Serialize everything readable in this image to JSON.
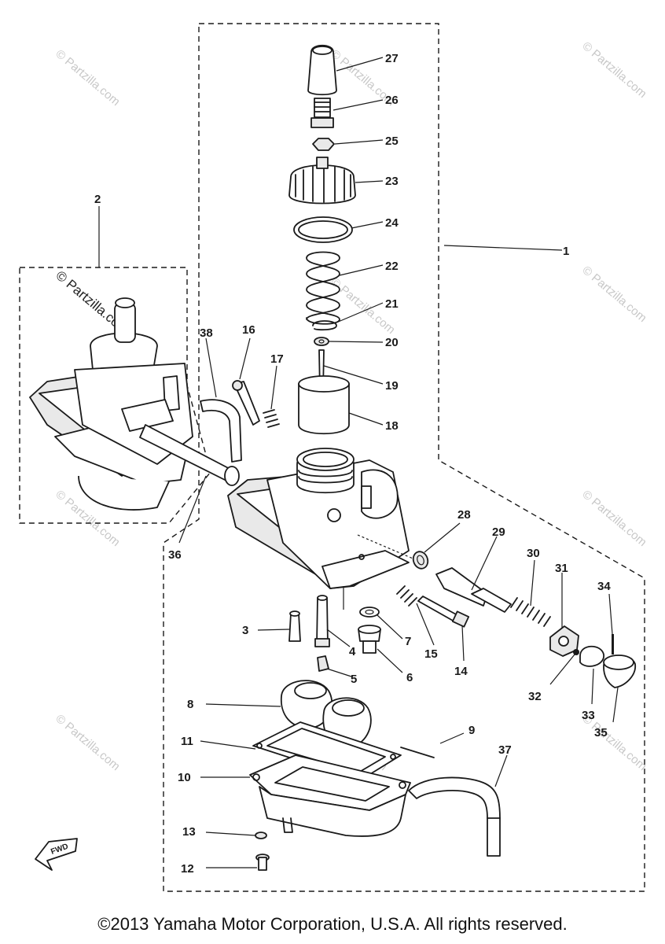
{
  "watermark": "© Partzilla.com",
  "copyright": "©2013 Yamaha Motor Corporation, U.S.A. All rights reserved.",
  "fwd_label": "FWD",
  "callouts": [
    "1",
    "2",
    "3",
    "4",
    "5",
    "6",
    "7",
    "8",
    "9",
    "10",
    "11",
    "12",
    "13",
    "14",
    "15",
    "16",
    "17",
    "18",
    "19",
    "20",
    "21",
    "22",
    "23",
    "24",
    "25",
    "26",
    "27",
    "28",
    "29",
    "30",
    "31",
    "32",
    "33",
    "34",
    "35",
    "36",
    "37",
    "38"
  ]
}
